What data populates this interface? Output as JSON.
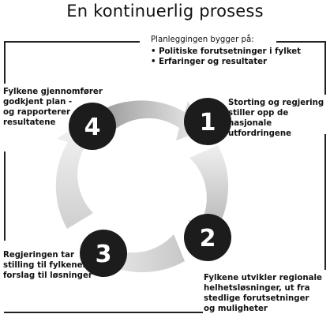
{
  "title": "En kontinuerlig prosess",
  "planning": {
    "heading": "Planleggingen bygger på:",
    "bullets": [
      "Politiske forutsetninger i fylket",
      "Erfaringer og resultater"
    ]
  },
  "steps": [
    {
      "number": "1",
      "lines": [
        "Storting og regjering",
        "stiller opp de nasjonale",
        "utfordringene"
      ]
    },
    {
      "number": "2",
      "lines": [
        "Fylkene utvikler regionale",
        "helhetsløsninger, ut fra",
        "stedlige forutsetninger",
        "og muligheter"
      ]
    },
    {
      "number": "3",
      "lines": [
        "Regjeringen tar",
        "stilling til fylkenes",
        "forslag til løsninger"
      ]
    },
    {
      "number": "4",
      "lines": [
        "Fylkene gjennomfører",
        "godkjent plan -",
        "og rapporterer",
        "resultatene"
      ]
    }
  ],
  "colors": {
    "circle": "#1c1c1c",
    "arrow_light": "#e4e4e4",
    "arrow_dark": "#9a9a9a",
    "line": "#222222"
  }
}
